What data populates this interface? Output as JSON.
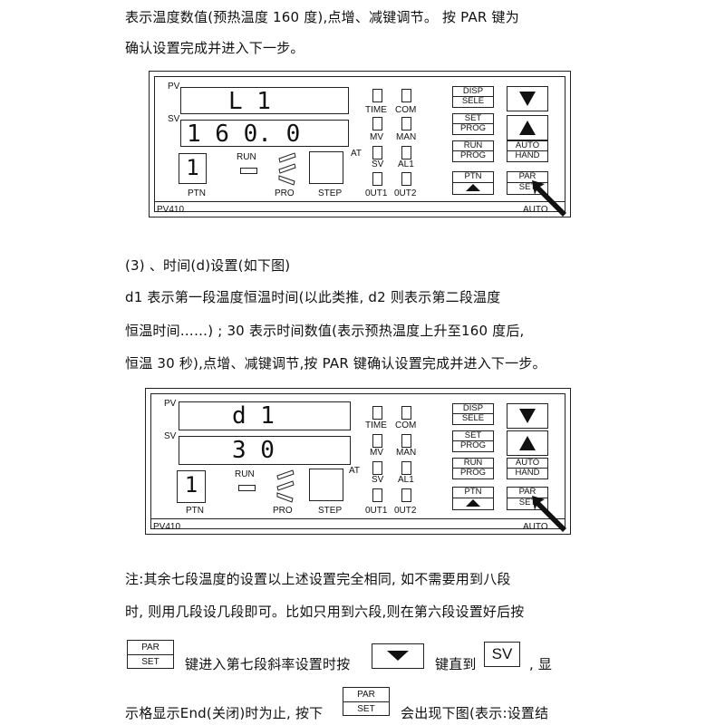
{
  "text": {
    "p1_line1": "表示温度数值(预热温度 160 度),点增、减键调节。 按 PAR 键为",
    "p1_line2": "确认设置完成并进入下一步。",
    "section3": "(3) 、时间(d)设置(如下图)",
    "p2_line1": "d1 表示第一段温度恒温时间(以此类推, d2 则表示第二段温度",
    "p2_line2": "恒温时间……) ; 30 表示时间数值(表示预热温度上升至160 度后,",
    "p2_line3": "恒温 30 秒),点增、减键调节,按 PAR 键确认设置完成并进入下一步。",
    "note_line1": "注:其余七段温度的设置以上述设置完全相同, 如不需要用到八段",
    "note_line2": "时, 则用几段设几段即可。比如只用到六段,则在第六段设置好后按",
    "note_line3_a": "键进入第七段斜率设置时按",
    "note_line3_b": "键直到",
    "note_line3_c": ", 显",
    "note_line4_a": "示格显示End(关闭)时为止, 按下",
    "note_line4_b": "会出现下图(表示:设置结"
  },
  "panel_labels": {
    "pv": "PV",
    "sv": "SV",
    "at": "AT",
    "run": "RUN",
    "pro": "PRO",
    "ptn": "PTN",
    "step": "STEP",
    "time": "TIME",
    "com": "COM",
    "mv": "MV",
    "man": "MAN",
    "sv_led": "SV",
    "al1": "AL1",
    "out1": "0UT1",
    "out2": "0UT2",
    "model": "PV410",
    "auto": "AUTO",
    "disp": "DISP",
    "sele": "SELE",
    "set": "SET",
    "prog": "PROG",
    "run_btn": "RUN",
    "prog2": "PROG",
    "auto_btn": "AUTO",
    "hand": "HAND",
    "ptn_btn": "PTN",
    "par": "PAR",
    "set2": "SET",
    "ptn_num": "1"
  },
  "panel1": {
    "pv_display": "L 1",
    "sv_display": "1 6 0. 0"
  },
  "panel2": {
    "pv_display": "d 1",
    "sv_display": "3 0"
  },
  "inline": {
    "par": "PAR",
    "set": "SET",
    "sv": "SV"
  },
  "icons": [
    "down-arrow-icon",
    "up-arrow-icon",
    "pointer-arrow-icon",
    "segment-led-icon"
  ]
}
